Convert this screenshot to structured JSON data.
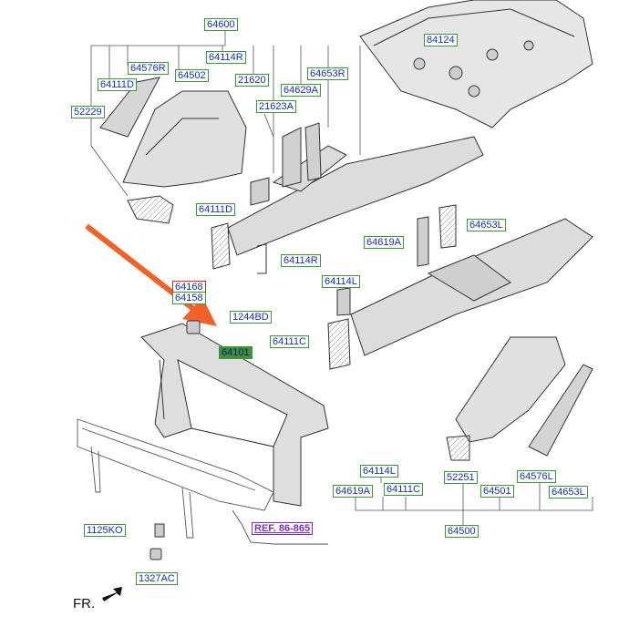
{
  "labels": {
    "p64600": "64600",
    "p64114R_top": "64114R",
    "p64576R": "64576R",
    "p64502": "64502",
    "p64111D_top": "64111D",
    "p21620": "21620",
    "p64653R": "64653R",
    "p64629A": "64629A",
    "p52229": "52229",
    "p21623A": "21623A",
    "p84124": "84124",
    "p64111D": "64111D",
    "p64653L_upper": "64653L",
    "p64619A_upper": "64619A",
    "p64114R": "64114R",
    "p64168": "64168",
    "p64158": "64158",
    "p64114L_upper": "64114L",
    "p1244BD": "1244BD",
    "p64111C_upper": "64111C",
    "p64101": "64101",
    "p64114L": "64114L",
    "p52251": "52251",
    "p64576L": "64576L",
    "p64619A": "64619A",
    "p64111C": "64111C",
    "p64501": "64501",
    "p64653L": "64653L",
    "p64500": "64500",
    "p1125KO": "1125KO",
    "pREF": "REF. 86-865",
    "p1327AC": "1327AC"
  },
  "direction_label": "FR.",
  "colors": {
    "label_text": "#1a2fb0",
    "label_border": "#3a9a3a",
    "highlight_fill": "#3f8f3f",
    "red_border": "#d42a2a",
    "arrow": "#f0622a",
    "ref_link": "#7b2fbf"
  }
}
